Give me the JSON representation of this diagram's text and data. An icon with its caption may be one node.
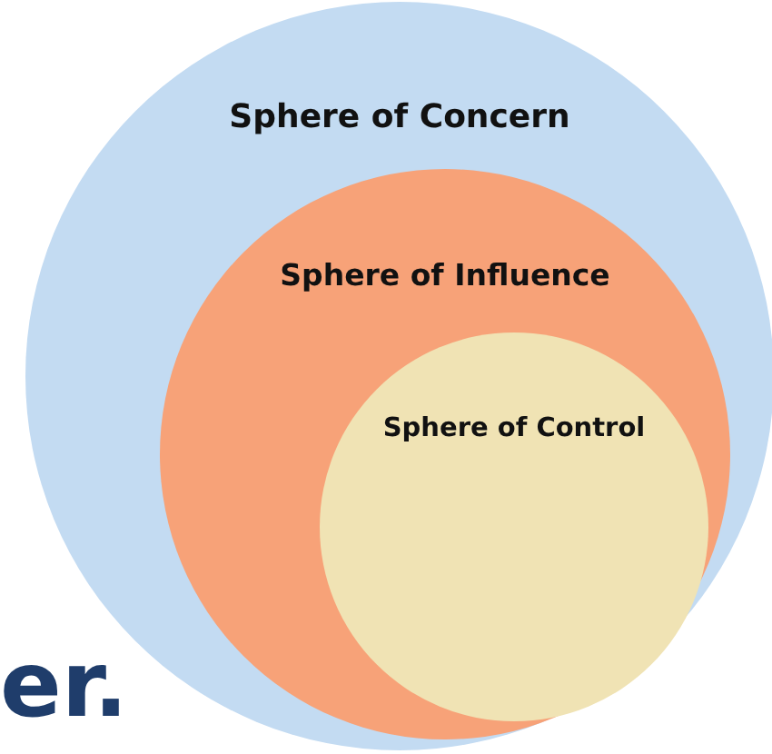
{
  "diagram": {
    "nodes": [
      {
        "text": [
          "Sphere of Concern"
        ]
      },
      {
        "text": [
          "Sphere of Influence"
        ],
        "in": 0
      },
      {
        "text": [
          "Sphere of Control"
        ],
        "in": 1
      }
    ],
    "labels": [
      "er."
    ]
  }
}
